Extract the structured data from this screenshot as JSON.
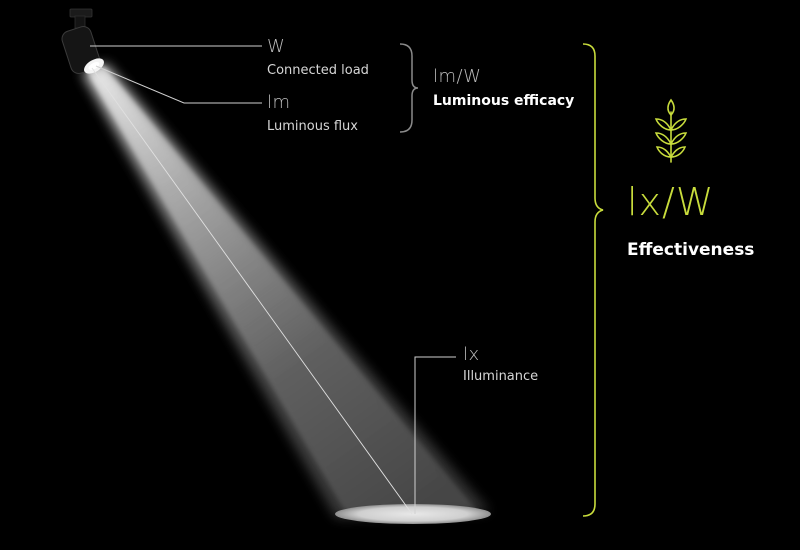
{
  "labels": {
    "watt": {
      "symbol": "W",
      "description": "Connected load"
    },
    "lumen": {
      "symbol": "lm",
      "description": "Luminous flux"
    },
    "efficacy": {
      "symbol": "lm/W",
      "description": "Luminous efficacy"
    },
    "lux": {
      "symbol": "lx",
      "description": "Illuminance"
    },
    "effectiveness": {
      "symbol": "lx/W",
      "description": "Effectiveness"
    }
  },
  "icons": {
    "effectiveness_icon": "leaf-sprig-icon"
  },
  "colors": {
    "background": "#000000",
    "accent": "#c8dc3c",
    "bracket_grey": "#8a8a8a",
    "text": "#d6d6d6"
  }
}
